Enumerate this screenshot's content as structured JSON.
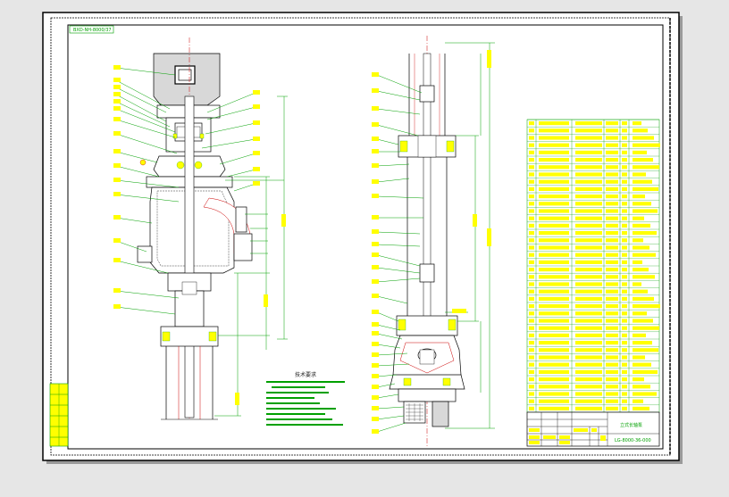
{
  "drawing": {
    "code_box": "BXD-NH-8000/37",
    "tech_notes_title": "技术要求",
    "title_block_name": "立式长轴泵",
    "title_block_code": "LG-8000-36-000",
    "left_stamp_rows": 5,
    "bom_rows": 40
  },
  "colors": {
    "background": "#e6e6e6",
    "paper": "#ffffff",
    "frame": "#000000",
    "green_lines": "#00a000",
    "yellow_fill": "#ffff00",
    "red_lines": "#cc0000",
    "gray_motor": "#d8d8d8"
  }
}
